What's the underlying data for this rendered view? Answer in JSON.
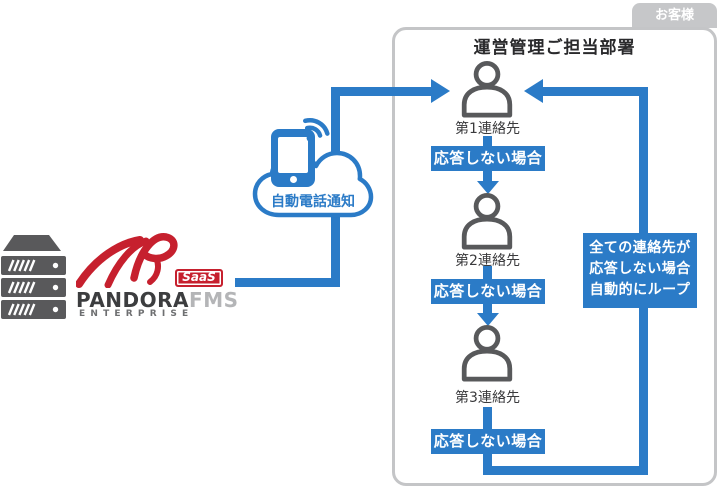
{
  "tab": {
    "label": "お客様"
  },
  "panel": {
    "title": "運営管理ご担当部署"
  },
  "contacts": [
    {
      "label": "第1連絡先"
    },
    {
      "label": "第2連絡先"
    },
    {
      "label": "第3連絡先"
    }
  ],
  "no_answer": {
    "label": "応答しない場合"
  },
  "loop_note": {
    "line1": "全ての連絡先が",
    "line2": "応答しない場合",
    "line3": "自動的にループ"
  },
  "cloud": {
    "label": "自動電話通知"
  },
  "logo": {
    "brand": "PANDORA",
    "product": "FMS",
    "edition": "ENTERPRISE",
    "badge": "SaaS"
  },
  "colors": {
    "flow_blue": "#2b7bc7",
    "logo_red": "#c6202e",
    "icon_gray": "#58595b",
    "panel_border": "#c4c5c7",
    "tab_gray": "#c6c7c9"
  }
}
